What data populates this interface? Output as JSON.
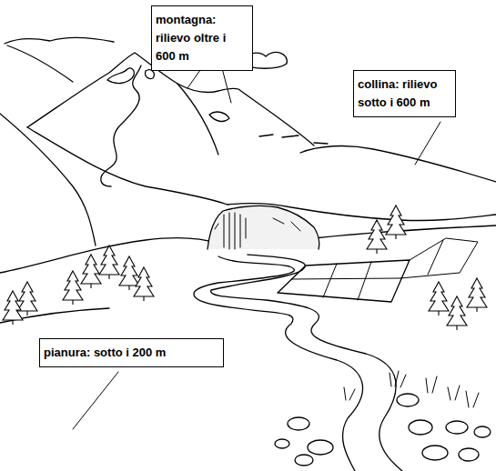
{
  "diagram": {
    "nodes": [
      {
        "text": [
          "montagna: rilievo oltre i 600 m"
        ]
      },
      {
        "text": [
          "collina: rilievo sotto i 600 m"
        ]
      },
      {
        "text": [
          "pianura: sotto i 200 m"
        ]
      }
    ]
  }
}
